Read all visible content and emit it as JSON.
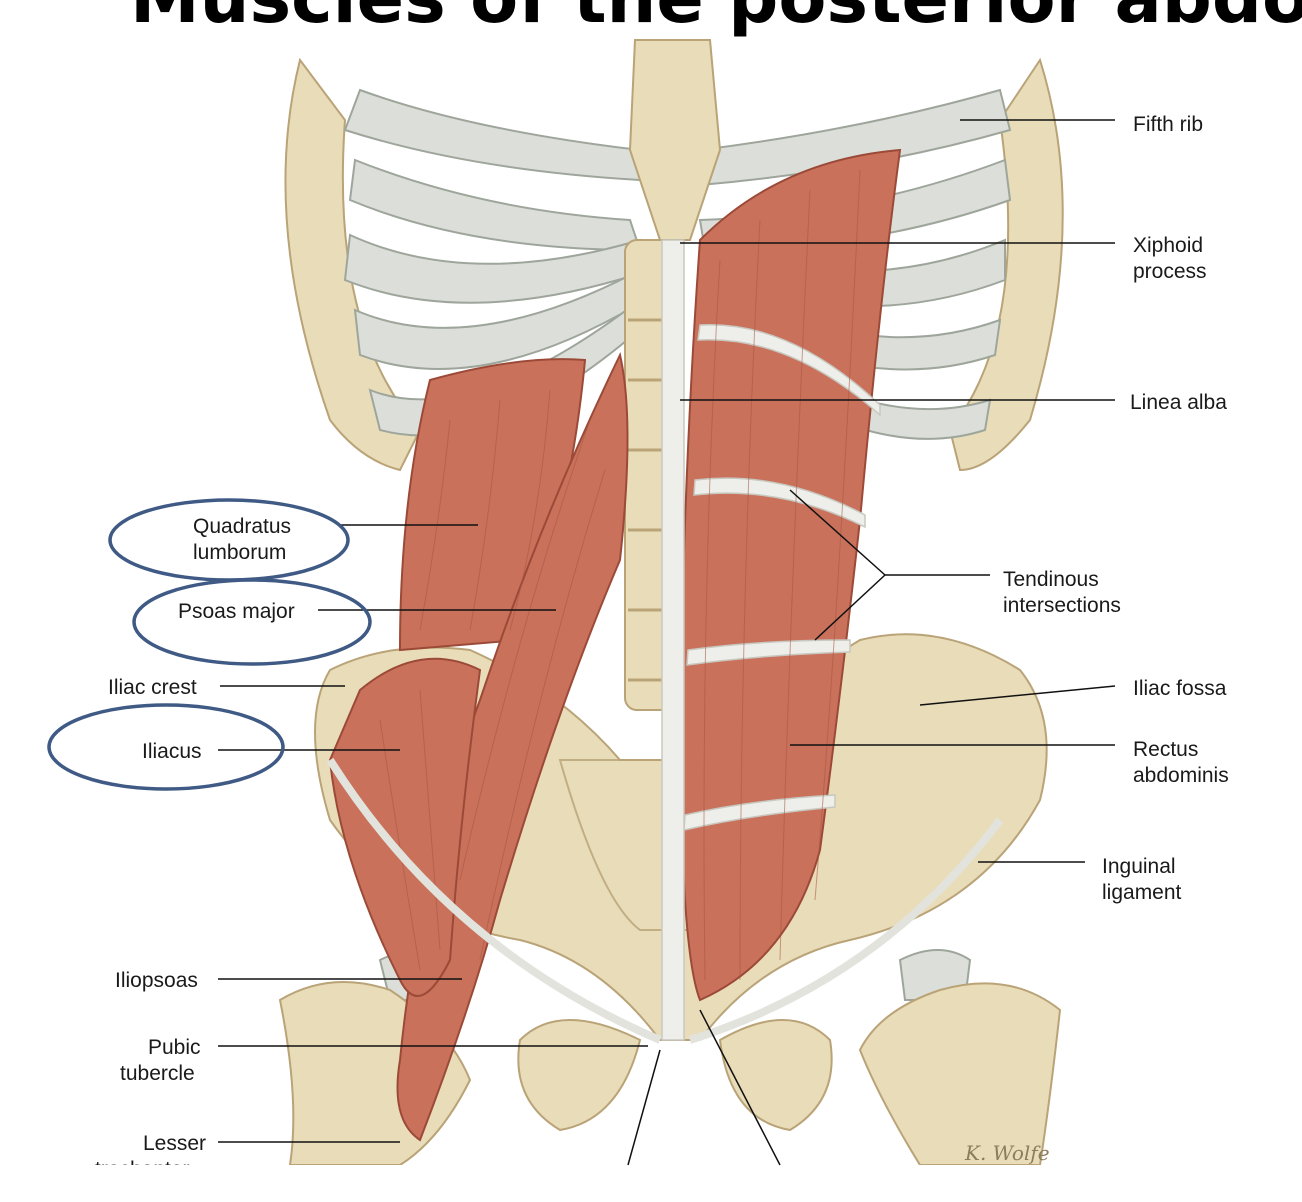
{
  "title": "Muscles of the posterior abdominal wall",
  "labels": {
    "fifth_rib": "Fifth rib",
    "xiphoid_1": "Xiphoid",
    "xiphoid_2": "process",
    "linea_alba": "Linea alba",
    "tendinous_1": "Tendinous",
    "tendinous_2": "intersections",
    "iliac_fossa": "Iliac fossa",
    "rectus_1": "Rectus",
    "rectus_2": "abdominis",
    "inguinal_1": "Inguinal",
    "inguinal_2": "ligament",
    "quadratus_1": "Quadratus",
    "quadratus_2": "lumborum",
    "psoas": "Psoas major",
    "iliac_crest": "Iliac crest",
    "iliacus": "Iliacus",
    "iliopsoas": "Iliopsoas",
    "pubic_1": "Pubic",
    "pubic_2": "tubercle",
    "lesser_1": "Lesser",
    "lesser_2": "trochanter"
  },
  "signature": "K. Wolfe",
  "colors": {
    "highlight_ring": "#3f5a84",
    "muscle": "#c9715b",
    "bone": "#e9dcb9"
  }
}
